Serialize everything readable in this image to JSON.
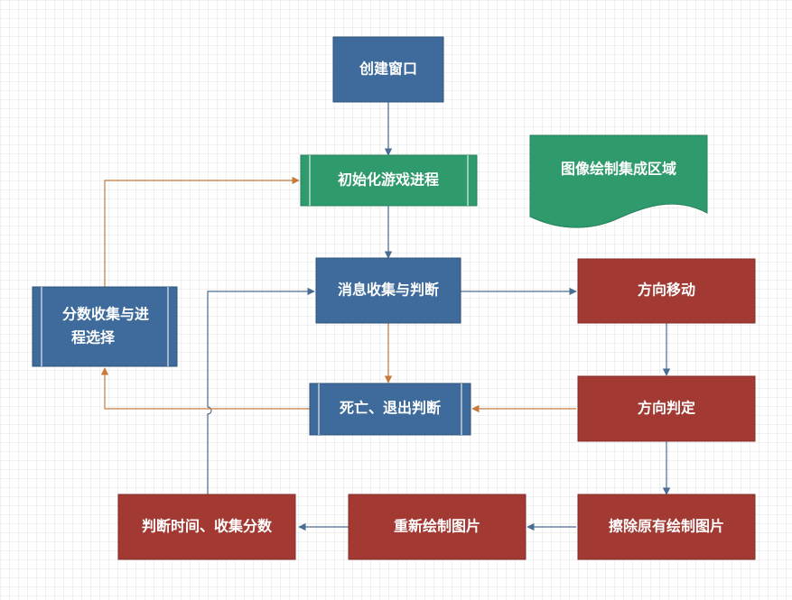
{
  "colors": {
    "blue_node": "#3E6B9B",
    "green_node": "#2F9A6C",
    "red_node": "#A23A33",
    "blue_arrow": "#4A6D92",
    "orange_arrow": "#C77A3B"
  },
  "nodes": {
    "create_window": "创建窗口",
    "init_game": "初始化游戏进程",
    "image_area": "图像绘制集成区域",
    "msg_collect": "消息收集与判断",
    "score_select_line1": "分数收集与进",
    "score_select_line2": "程选择",
    "direction_move": "方向移动",
    "death_exit": "死亡、退出判断",
    "direction_judge": "方向判定",
    "time_score": "判断时间、收集分数",
    "redraw": "重新绘制图片",
    "erase": "擦除原有绘制图片"
  }
}
